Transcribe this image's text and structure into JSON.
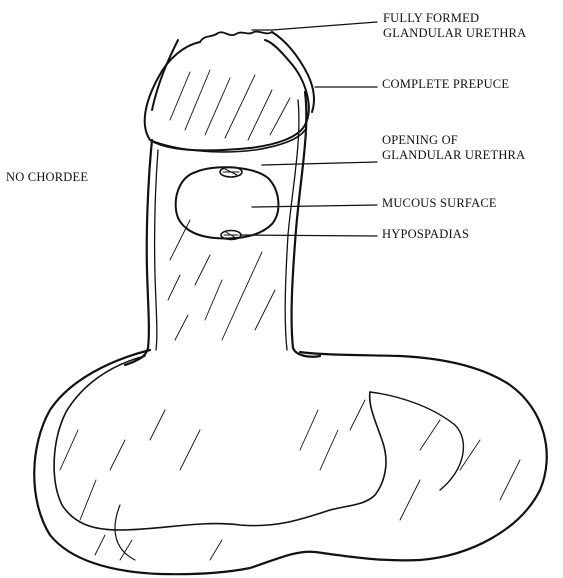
{
  "labels": {
    "fully_formed_line1": "FULLY  FORMED",
    "fully_formed_line2": "GLANDULAR URETHRA",
    "complete_prepuce": "COMPLETE PREPUCE",
    "opening_line1": "OPENING OF",
    "opening_line2": "GLANDULAR URETHRA",
    "mucous_surface": "MUCOUS SURFACE",
    "hypospadias": "HYPOSPADIAS",
    "no_chordee": "NO CHORDEE"
  },
  "colors": {
    "ink": "#111111",
    "background": "#ffffff"
  }
}
